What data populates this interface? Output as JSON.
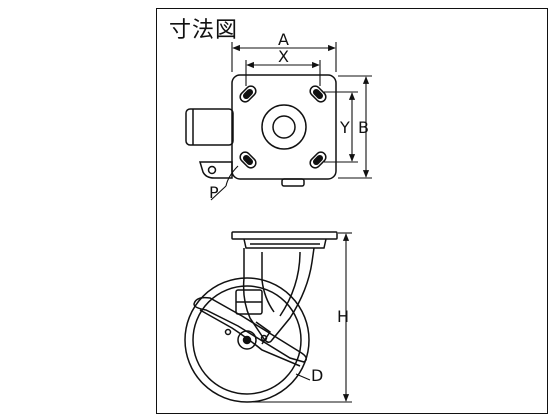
{
  "title": "寸法図",
  "labels": {
    "A": "A",
    "X": "X",
    "Y": "Y",
    "B": "B",
    "P": "P",
    "H": "H",
    "D": "D"
  },
  "colors": {
    "line": "#111111",
    "background": "#ffffff"
  }
}
